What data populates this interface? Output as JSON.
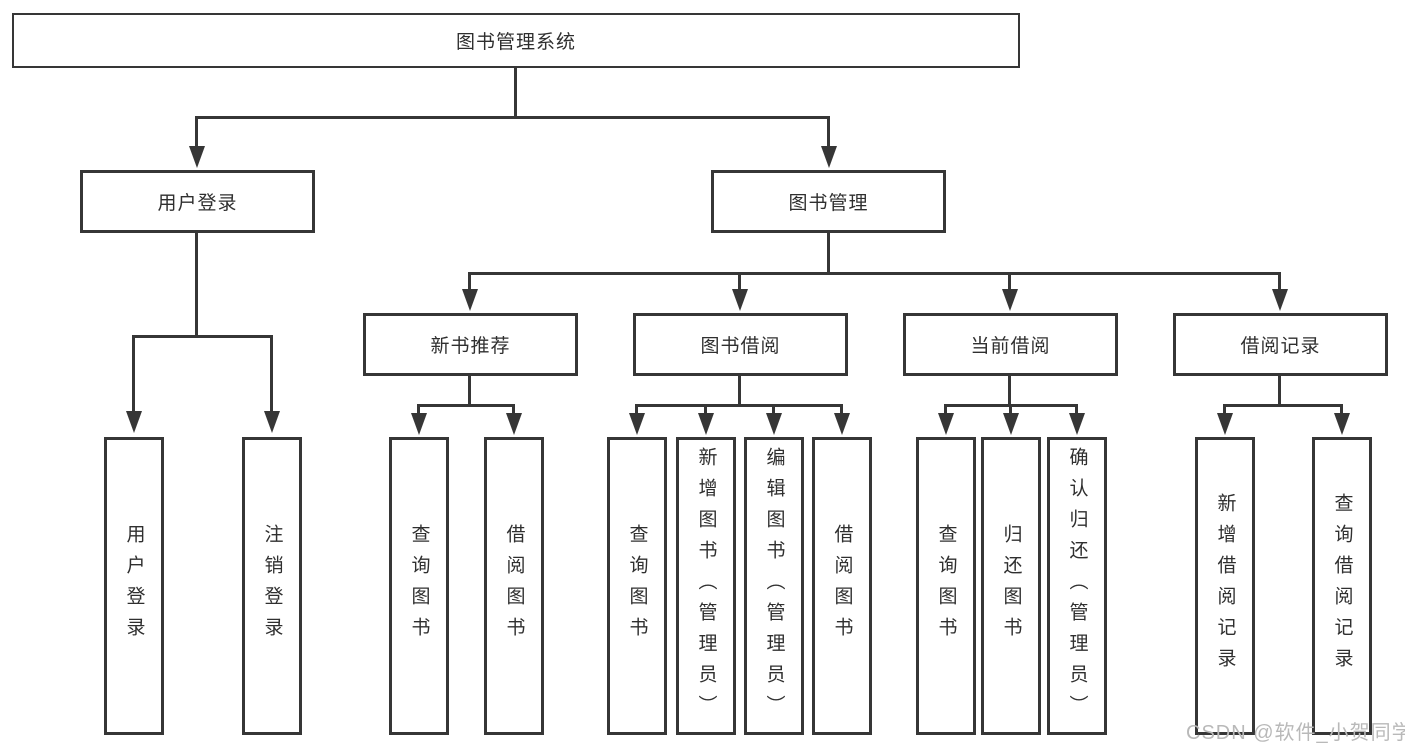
{
  "diagram_title": "图书管理系统",
  "colors": {
    "line": "#363636",
    "box_background": "#ffffff",
    "text": "#2f2f2f",
    "watermark": "#b9b9b9"
  },
  "tree": {
    "root": "图书管理系统",
    "branches": [
      {
        "label": "用户登录",
        "children": [
          "用户登录",
          "注销登录"
        ]
      },
      {
        "label": "图书管理",
        "groups": [
          {
            "label": "新书推荐",
            "children": [
              "查询图书",
              "借阅图书"
            ]
          },
          {
            "label": "图书借阅",
            "children": [
              "查询图书",
              "新增图书（管理员）",
              "编辑图书（管理员）",
              "借阅图书"
            ]
          },
          {
            "label": "当前借阅",
            "children": [
              "查询图书",
              "归还图书",
              "确认归还（管理员）"
            ]
          },
          {
            "label": "借阅记录",
            "children": [
              "新增借阅记录",
              "查询借阅记录"
            ]
          }
        ]
      }
    ]
  },
  "watermark": "CSDN @软件_小贺同学"
}
